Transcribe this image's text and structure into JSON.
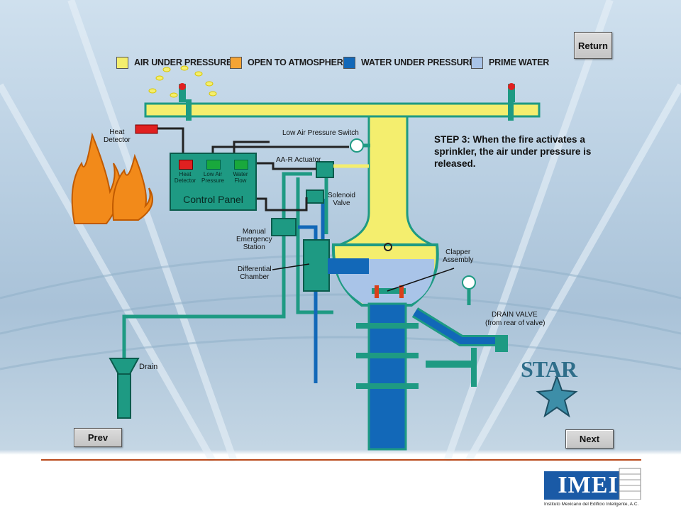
{
  "legend": [
    {
      "label": "AIR UNDER PRESSURE",
      "color": "#f4ee6e"
    },
    {
      "label": "OPEN TO ATMOSPHERE",
      "color": "#f5a434"
    },
    {
      "label": "WATER UNDER PRESSURE",
      "color": "#1268b8"
    },
    {
      "label": "PRIME WATER",
      "color": "#a9c4e8"
    }
  ],
  "buttons": {
    "return": "Return",
    "prev": "Prev",
    "next": "Next"
  },
  "step_text": "STEP 3: When the fire activates a sprinkler, the air under pressure is released.",
  "labels": {
    "heat_detector": "Heat\nDetector",
    "low_air_pressure_switch": "Low Air Pressure Switch",
    "aar_actuator": "AA-R Actuator",
    "solenoid_valve": "Solenoid\nValve",
    "manual_emergency_station": "Manual\nEmergency\nStation",
    "differential_chamber": "Differential\nChamber",
    "clapper_assembly": "Clapper\nAssembly",
    "drain_valve": "DRAIN VALVE",
    "drain_valve_note": "(from rear of valve)",
    "drain": "Drain"
  },
  "control_panel": {
    "title": "Control Panel",
    "indicators": [
      {
        "label": "Heat\nDetector",
        "color": "#e02020"
      },
      {
        "label": "Low Air\nPressure",
        "color": "#19a83c"
      },
      {
        "label": "Water\nFlow",
        "color": "#19a83c"
      }
    ]
  },
  "brand": {
    "star": "STAR",
    "logo": "IMEI",
    "logo_caption": "Instituto Mexicano del Edificio Inteligente, A.C."
  },
  "colors": {
    "pipe_teal": "#1e9a83",
    "divider": "#b94a1c"
  }
}
